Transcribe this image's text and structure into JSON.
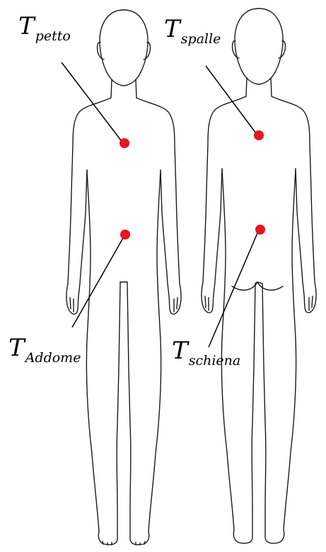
{
  "diagram": {
    "figures": [
      {
        "id": "front",
        "side": "front"
      },
      {
        "id": "back",
        "side": "back"
      }
    ],
    "marker_color": "#e8141e",
    "line_color": "#000000",
    "labels": {
      "chest": {
        "main": "T",
        "sub": "petto"
      },
      "shoulder": {
        "main": "T",
        "sub": "spalle"
      },
      "abdomen": {
        "main": "T",
        "sub": "Addome"
      },
      "back": {
        "main": "T",
        "sub": "schiena"
      }
    }
  }
}
